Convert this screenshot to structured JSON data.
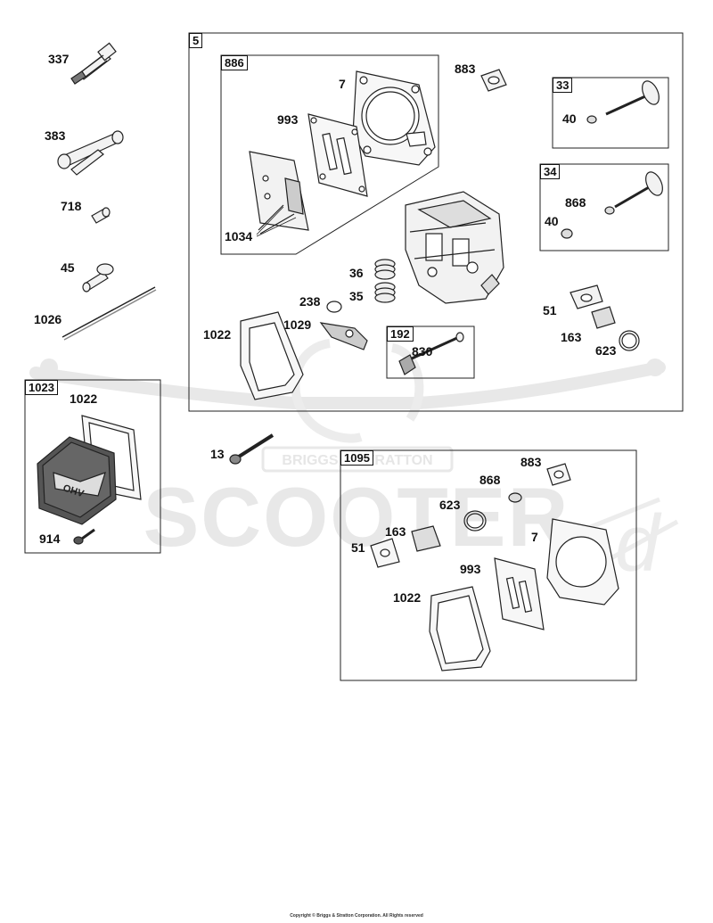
{
  "colors": {
    "line": "#222222",
    "part_fill": "#f2f2f2",
    "part_dark": "#555555",
    "watermark": "#e6e6e6",
    "background": "#ffffff"
  },
  "watermark": {
    "brand_sub": "BRIGGS & STRATTON",
    "brand_main": "SCOOTER",
    "brand_tail": "d"
  },
  "groups": {
    "g5": {
      "label": "5"
    },
    "g886": {
      "label": "886"
    },
    "g33": {
      "label": "33"
    },
    "g34": {
      "label": "34"
    },
    "g192": {
      "label": "192"
    },
    "g1023": {
      "label": "1023"
    },
    "g1095": {
      "label": "1095"
    }
  },
  "callouts": {
    "p337": "337",
    "p383": "383",
    "p718": "718",
    "p45": "45",
    "p1026": "1026",
    "p7": "7",
    "p993": "993",
    "p1034": "1034",
    "p883": "883",
    "p40a": "40",
    "p868": "868",
    "p40b": "40",
    "p36": "36",
    "p35": "35",
    "p238": "238",
    "p1029": "1029",
    "p1022": "1022",
    "p830": "830",
    "p51": "51",
    "p163": "163",
    "p623": "623",
    "p1022b": "1022",
    "p914": "914",
    "p13": "13",
    "p883b": "883",
    "p868b": "868",
    "p623b": "623",
    "p163b": "163",
    "p7b": "7",
    "p51b": "51",
    "p993b": "993",
    "p1022c": "1022"
  },
  "cover_text": "OHV",
  "footer": "Copyright © Briggs & Stratton Corporation. All Rights reserved"
}
